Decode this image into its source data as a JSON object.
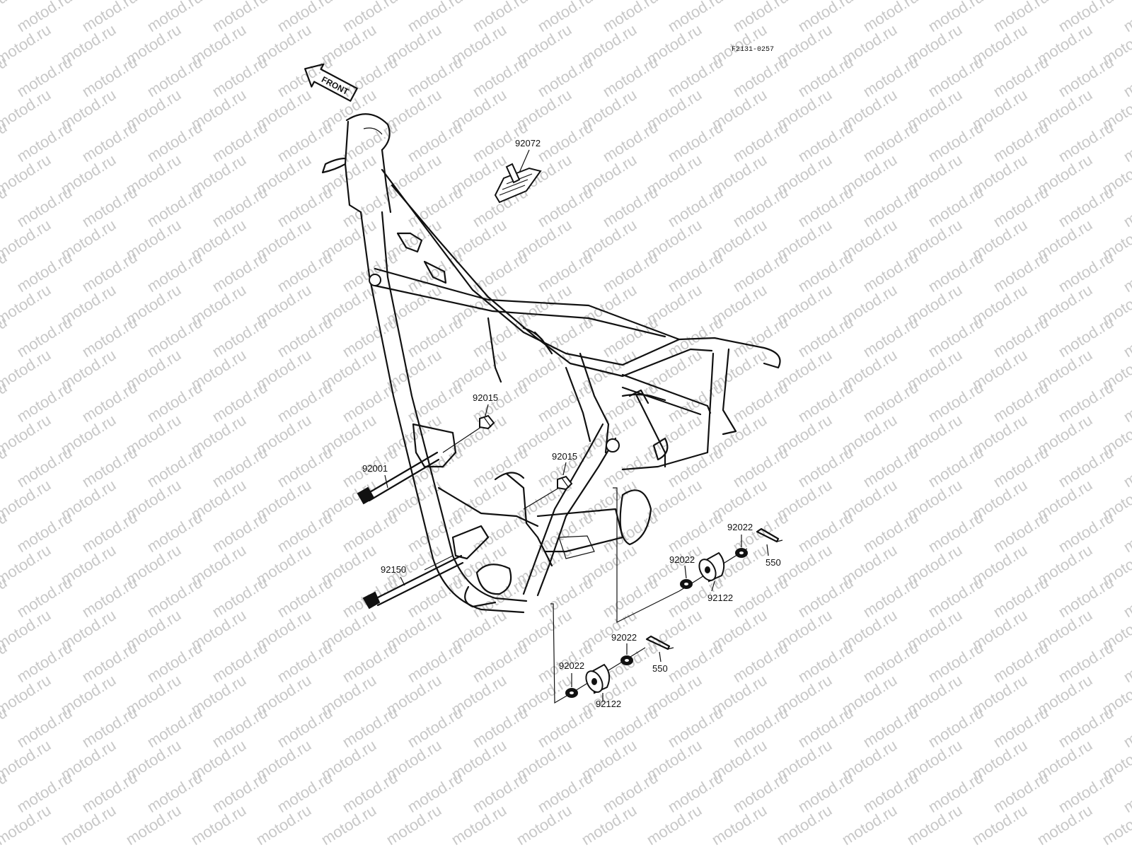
{
  "figure": {
    "ref_code": "F2131-0257",
    "direction_label": "FRONT",
    "watermark_text": "motod.ru"
  },
  "callouts": {
    "steering_damper_clamp": "92072",
    "nut_upper": "92015",
    "nut_lower": "92015",
    "bolt_upper": "92001",
    "bolt_lower": "92150",
    "washer_rear_top": "92022",
    "washer_rear_bottom": "92022",
    "cotter_pin_rear": "550",
    "damper_rear": "92122",
    "washer_front_top": "92022",
    "washer_front_bottom": "92022",
    "cotter_pin_front": "550",
    "damper_front": "92122"
  },
  "colors": {
    "line": "#111111",
    "background": "#ffffff",
    "watermark": "#c8c8c8"
  }
}
